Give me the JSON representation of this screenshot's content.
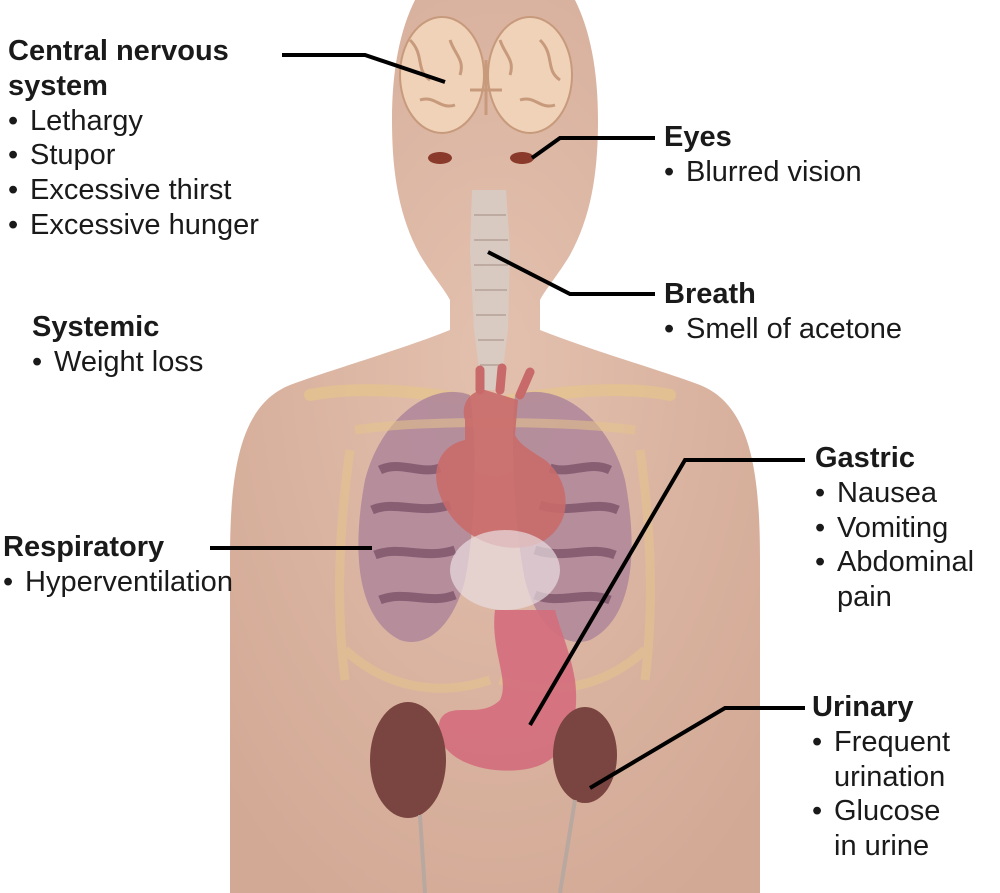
{
  "colors": {
    "skin": "#d9b3a0",
    "skin_shadow": "#c99f8c",
    "brain": "#f0d2b8",
    "brain_folds": "#c79a7c",
    "lung": "#b0889a",
    "lung_dark": "#7a4f66",
    "heart": "#c96a6a",
    "stomach": "#d46d7c",
    "kidney": "#7a4440",
    "ribs": "#e6c58c",
    "trachea": "#d8cdc6",
    "leader_line": "#000000"
  },
  "groups": {
    "cns": {
      "title_line1": "Central nervous",
      "title_line2": "system",
      "items": [
        "Lethargy",
        "Stupor",
        "Excessive thirst",
        "Excessive hunger"
      ]
    },
    "systemic": {
      "title": "Systemic",
      "items": [
        "Weight loss"
      ]
    },
    "respiratory": {
      "title": "Respiratory",
      "items": [
        "Hyperventilation"
      ]
    },
    "eyes": {
      "title": "Eyes",
      "items": [
        "Blurred vision"
      ]
    },
    "breath": {
      "title": "Breath",
      "items": [
        "Smell of acetone"
      ]
    },
    "gastric": {
      "title": "Gastric",
      "items": [
        "Nausea",
        "Vomiting",
        "Abdominal"
      ],
      "item3_cont": "pain"
    },
    "urinary": {
      "title": "Urinary",
      "item1": "Frequent",
      "item1_cont": "urination",
      "item2": "Glucose",
      "item2_cont": "in urine"
    }
  },
  "bullet": "•"
}
